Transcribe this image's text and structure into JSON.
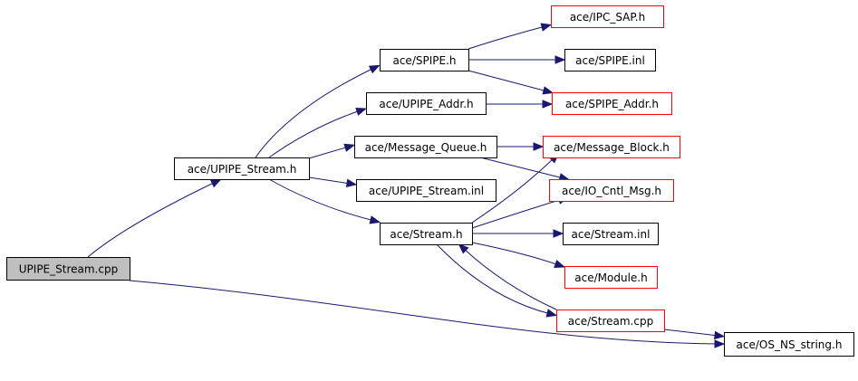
{
  "colors": {
    "edge": "#191970",
    "root_fill": "#bfbfbf",
    "black_border": "#000000",
    "red_border": "#ff0000",
    "fill": "#ffffff"
  },
  "nodes": [
    {
      "id": "upipe_stream_cpp",
      "label": "UPIPE_Stream.cpp",
      "border": "black",
      "root": true
    },
    {
      "id": "upipe_stream_h",
      "label": "ace/UPIPE_Stream.h",
      "border": "black"
    },
    {
      "id": "spipe_h",
      "label": "ace/SPIPE.h",
      "border": "black"
    },
    {
      "id": "upipe_addr_h",
      "label": "ace/UPIPE_Addr.h",
      "border": "black"
    },
    {
      "id": "message_queue_h",
      "label": "ace/Message_Queue.h",
      "border": "black"
    },
    {
      "id": "upipe_stream_inl",
      "label": "ace/UPIPE_Stream.inl",
      "border": "black"
    },
    {
      "id": "stream_h",
      "label": "ace/Stream.h",
      "border": "black"
    },
    {
      "id": "ipc_sap_h",
      "label": "ace/IPC_SAP.h",
      "border": "red"
    },
    {
      "id": "spipe_inl",
      "label": "ace/SPIPE.inl",
      "border": "black"
    },
    {
      "id": "spipe_addr_h",
      "label": "ace/SPIPE_Addr.h",
      "border": "red"
    },
    {
      "id": "message_block_h",
      "label": "ace/Message_Block.h",
      "border": "red"
    },
    {
      "id": "io_cntl_msg_h",
      "label": "ace/IO_Cntl_Msg.h",
      "border": "red"
    },
    {
      "id": "stream_inl",
      "label": "ace/Stream.inl",
      "border": "black"
    },
    {
      "id": "module_h",
      "label": "ace/Module.h",
      "border": "red"
    },
    {
      "id": "stream_cpp",
      "label": "ace/Stream.cpp",
      "border": "red"
    },
    {
      "id": "os_ns_string_h",
      "label": "ace/OS_NS_string.h",
      "border": "black"
    }
  ],
  "edges": [
    {
      "from": "upipe_stream_cpp",
      "to": "upipe_stream_h"
    },
    {
      "from": "upipe_stream_cpp",
      "to": "os_ns_string_h"
    },
    {
      "from": "upipe_stream_h",
      "to": "spipe_h"
    },
    {
      "from": "upipe_stream_h",
      "to": "upipe_addr_h"
    },
    {
      "from": "upipe_stream_h",
      "to": "message_queue_h"
    },
    {
      "from": "upipe_stream_h",
      "to": "upipe_stream_inl"
    },
    {
      "from": "upipe_stream_h",
      "to": "stream_h"
    },
    {
      "from": "spipe_h",
      "to": "ipc_sap_h"
    },
    {
      "from": "spipe_h",
      "to": "spipe_inl"
    },
    {
      "from": "spipe_h",
      "to": "spipe_addr_h"
    },
    {
      "from": "upipe_addr_h",
      "to": "spipe_addr_h"
    },
    {
      "from": "message_queue_h",
      "to": "message_block_h"
    },
    {
      "from": "message_queue_h",
      "to": "io_cntl_msg_h"
    },
    {
      "from": "stream_h",
      "to": "message_block_h"
    },
    {
      "from": "stream_h",
      "to": "io_cntl_msg_h"
    },
    {
      "from": "stream_h",
      "to": "stream_inl"
    },
    {
      "from": "stream_h",
      "to": "module_h"
    },
    {
      "from": "stream_h",
      "to": "stream_cpp"
    },
    {
      "from": "stream_cpp",
      "to": "stream_h"
    },
    {
      "from": "stream_cpp",
      "to": "os_ns_string_h"
    }
  ]
}
